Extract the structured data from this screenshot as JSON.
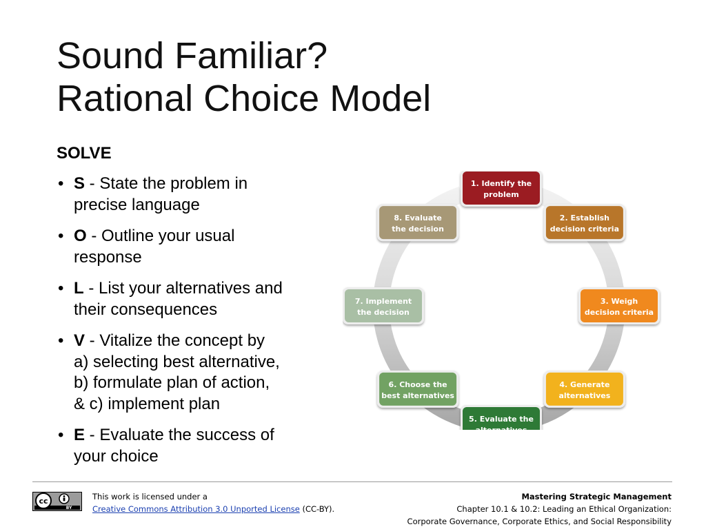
{
  "slide": {
    "title_line1": "Sound Familiar?",
    "title_line2": "Rational Choice Model",
    "heading": "SOLVE",
    "bullets": [
      {
        "letter": "S",
        "lines": [
          " - State the problem in",
          "precise language"
        ]
      },
      {
        "letter": "O",
        "lines": [
          " - Outline your usual",
          "response"
        ]
      },
      {
        "letter": "L",
        "lines": [
          " - List your alternatives and",
          "their consequences"
        ]
      },
      {
        "letter": "V",
        "lines": [
          " - Vitalize the concept by",
          "a) selecting best alternative,",
          "b) formulate plan of action,",
          "& c)  implement plan"
        ]
      },
      {
        "letter": "E",
        "lines": [
          " - Evaluate the success of",
          "your choice"
        ]
      }
    ]
  },
  "cycle": {
    "steps": [
      {
        "line1": "1. Identify the",
        "line2": "problem",
        "color": "#9b1c22"
      },
      {
        "line1": "2. Establish",
        "line2": "decision criteria",
        "color": "#b8762a"
      },
      {
        "line1": "3. Weigh",
        "line2": "decision criteria",
        "color": "#f0891e"
      },
      {
        "line1": "4. Generate",
        "line2": "alternatives",
        "color": "#f2b21d"
      },
      {
        "line1": "5. Evaluate the",
        "line2": "alternatives",
        "color": "#2e7a36"
      },
      {
        "line1": "6. Choose the",
        "line2": "best alternatives",
        "color": "#72a263"
      },
      {
        "line1": "7. Implement",
        "line2": "the decision",
        "color": "#a9bfa5"
      },
      {
        "line1": "8. Evaluate",
        "line2": "the decision",
        "color": "#a79876"
      }
    ]
  },
  "footer": {
    "license_line1": "This work is licensed under a",
    "license_link": "Creative Commons Attribution 3.0 Unported License",
    "license_suffix": " (CC-BY).",
    "book_title": "Mastering Strategic Management",
    "chapter_line": "Chapter 10.1 & 10.2: Leading an Ethical Organization:",
    "subtitle_line": "Corporate Governance, Corporate Ethics, and Social Responsibility",
    "cc_text": "cc",
    "by_text": "BY"
  }
}
